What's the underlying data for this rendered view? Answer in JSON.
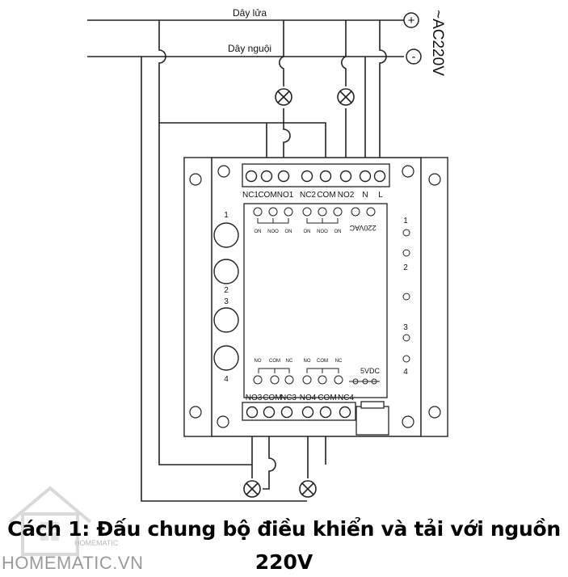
{
  "wires": {
    "live_label": "Dây lửa",
    "neutral_label": "Dây nguội",
    "live_symbol": "+",
    "neutral_symbol": "-",
    "supply_label": "~AC220V"
  },
  "board": {
    "top_terminals": [
      "NC1",
      "COM",
      "NO1",
      "NC2",
      "COM",
      "NO2",
      "N",
      "L"
    ],
    "bottom_terminals": [
      "NO3",
      "COM",
      "NC3",
      "NO4",
      "COM",
      "NC4"
    ],
    "top_small_labels": [
      "ON",
      "NOO",
      "ON",
      "ON",
      "NOO",
      "ON"
    ],
    "top_right_label": "220VAC",
    "bottom_small_labels": [
      "NO",
      "COM",
      "NC",
      "NO",
      "COM",
      "NC"
    ],
    "bottom_right_label": "5VDC",
    "left_button_labels": [
      "1",
      "2",
      "3",
      "4"
    ],
    "right_led_labels": [
      "1",
      "2",
      "3",
      "4"
    ]
  },
  "caption": {
    "line1": "Cách 1: Đấu chung bộ điều khiển và tải với nguồn",
    "line2": "220V"
  },
  "watermark": {
    "brand": "HOMEMATIC.VN",
    "small": "HOMEMATIC"
  }
}
